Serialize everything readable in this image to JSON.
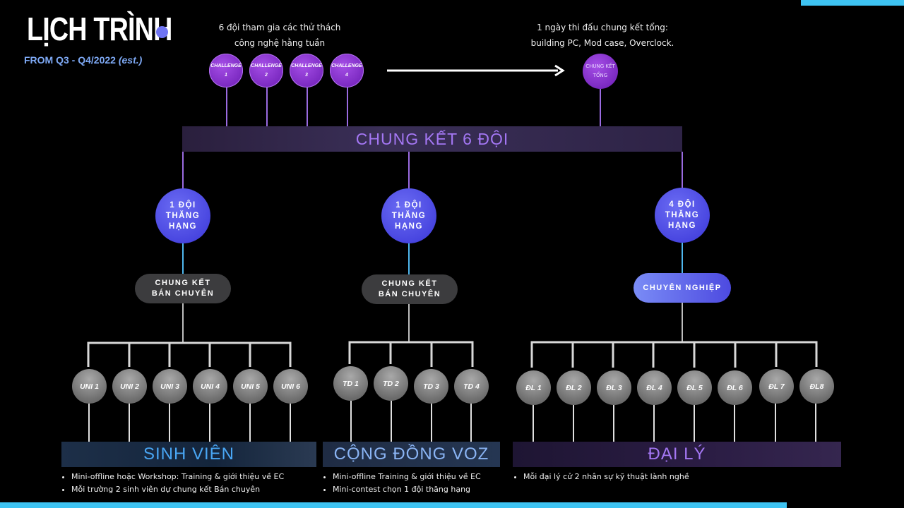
{
  "header": {
    "title": "LỊCH TRÌNH",
    "subtitle_main": "FROM Q3 - Q4/2022 ",
    "subtitle_italic": "(est.)"
  },
  "challenge_note": {
    "line1": "6 đội  tham gia các thử thách",
    "line2": "công nghệ hằng tuần"
  },
  "final_note": {
    "line1": "1 ngày thi đấu chung kết tổng:",
    "line2": "building PC, Mod case, Overclock."
  },
  "challenges": [
    {
      "line1": "CHALLENGE",
      "line2": "1"
    },
    {
      "line1": "CHALLENGE",
      "line2": "2"
    },
    {
      "line1": "CHALLENGE",
      "line2": "3"
    },
    {
      "line1": "CHALLENGE",
      "line2": "4"
    }
  ],
  "grand_final": {
    "line1": "CHUNG KẾT",
    "line2": "TỔNG"
  },
  "final_bar": "CHUNG KẾT 6 ĐỘI",
  "promotions": [
    {
      "line1": "1 ĐỘI",
      "line2": "THĂNG",
      "line3": "HẠNG"
    },
    {
      "line1": "1 ĐỘI",
      "line2": "THĂNG",
      "line3": "HẠNG"
    },
    {
      "line1": "4 ĐỘI",
      "line2": "THĂNG",
      "line3": "HẠNG"
    }
  ],
  "pills": [
    {
      "line1": "CHUNG KẾT",
      "line2": "BÁN CHUYÊN"
    },
    {
      "line1": "CHUNG KẾT",
      "line2": "BÁN CHUYÊN"
    },
    {
      "line1": "CHUYÊN NGHIỆP",
      "line2": ""
    }
  ],
  "groups": [
    {
      "name": "SINH VIÊN",
      "teams": [
        "UNI 1",
        "UNI 2",
        "UNI 3",
        "UNI 4",
        "UNI 5",
        "UNI 6"
      ],
      "notes": [
        "Mini-offline hoặc Workshop: Training & giới thiệu về EC",
        "Mỗi trường 2 sinh viên dự chung kết Bán chuyên"
      ]
    },
    {
      "name": "CỘNG ĐỒNG VOZ",
      "teams": [
        "TD 1",
        "TD 2",
        "TD 3",
        "TD 4"
      ],
      "notes": [
        "Mini-offline Training & giới thiệu về EC",
        "Mini-contest chọn 1 đội thăng hạng"
      ]
    },
    {
      "name": "ĐẠI LÝ",
      "teams": [
        "ĐL 1",
        "ĐL 2",
        "ĐL 3",
        "ĐL 4",
        "ĐL 5",
        "ĐL 6",
        "ĐL 7",
        "ĐL8"
      ],
      "notes": [
        "Mỗi đại lý cử 2 nhân sự kỹ thuật lành nghề"
      ]
    }
  ],
  "colors": {
    "accent_purple": "#a477f4",
    "accent_blue": "#3ec3f2",
    "node_purple": "#8a2fd6"
  }
}
